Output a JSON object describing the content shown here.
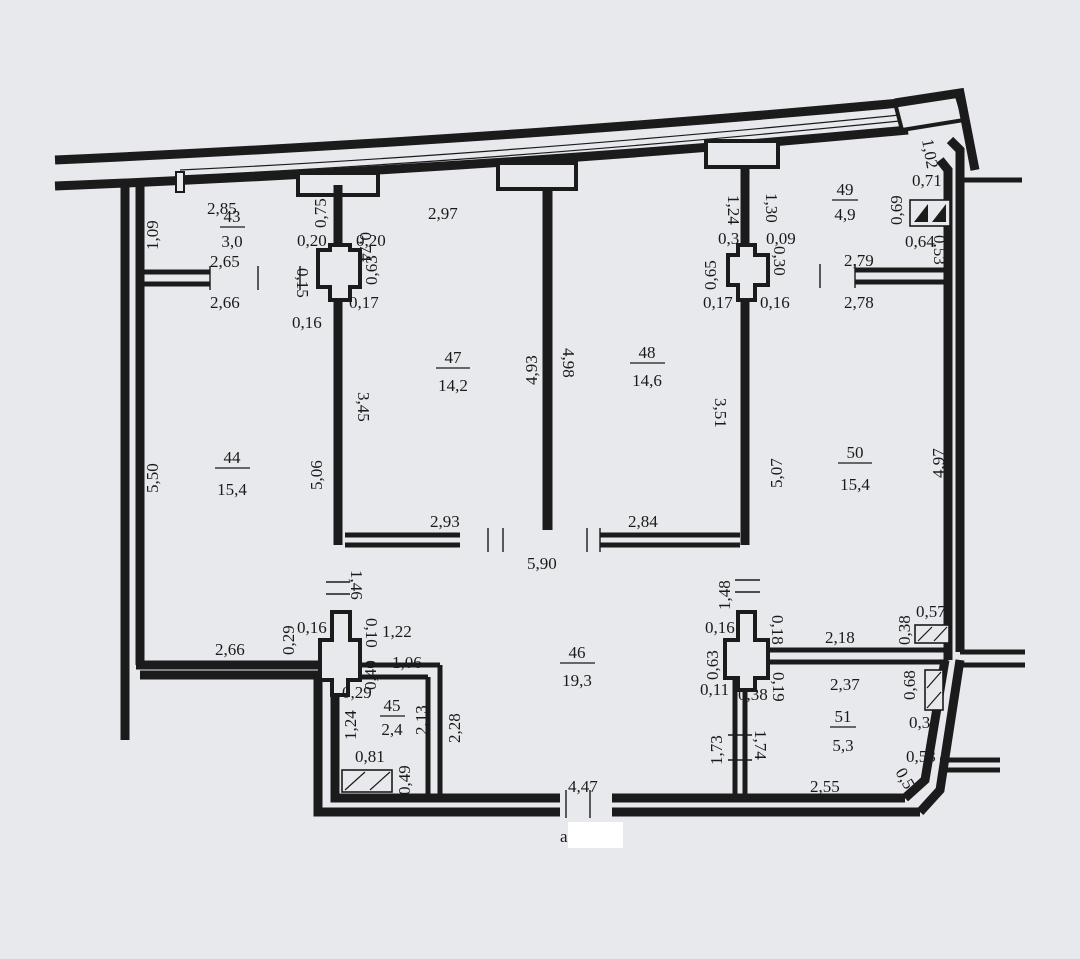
{
  "rooms": [
    {
      "id": "r43",
      "number": "43",
      "area": "3,0"
    },
    {
      "id": "r44",
      "number": "44",
      "area": "15,4"
    },
    {
      "id": "r45",
      "number": "45",
      "area": "2,4"
    },
    {
      "id": "r46",
      "number": "46",
      "area": "19,3"
    },
    {
      "id": "r47",
      "number": "47",
      "area": "14,2"
    },
    {
      "id": "r48",
      "number": "48",
      "area": "14,6"
    },
    {
      "id": "r49",
      "number": "49",
      "area": "4,9"
    },
    {
      "id": "r50",
      "number": "50",
      "area": "15,4"
    },
    {
      "id": "r51",
      "number": "51",
      "area": "5,3"
    }
  ],
  "dimensions": {
    "d285": "2,85",
    "d109": "1,09",
    "d075": "0,75",
    "d074": "0,74",
    "d020a": "0,20",
    "d020b": "0,20",
    "d297": "2,97",
    "d124": "1,24",
    "d130": "1,30",
    "d03": "0,3",
    "d009": "0,09",
    "d102": "1,02",
    "d071": "0,71",
    "d069": "0,69",
    "d064": "0,64",
    "d053a": "0,53",
    "d265": "2,65",
    "d015": "0,15",
    "d063a": "0,63",
    "d266a": "2,66",
    "d016a": "0,16",
    "d017a": "0,17",
    "d065": "0,65",
    "d017b": "0,17",
    "d030a": "0,30",
    "d016b": "0,16",
    "d279": "2,79",
    "d278": "2,78",
    "d550": "5,50",
    "d506": "5,06",
    "d345": "3,45",
    "d493": "4,93",
    "d498": "4,98",
    "d351": "3,51",
    "d507": "5,07",
    "d497": "4,97",
    "d293": "2,93",
    "d284": "2,84",
    "d590": "5,90",
    "d146": "1,46",
    "d148": "1,48",
    "d029a": "0,29",
    "d016c": "0,16",
    "d010": "0,10",
    "d122": "1,22",
    "d266b": "2,66",
    "d040": "0,40",
    "d106": "1,06",
    "d029b": "0,29",
    "d124b": "1,24",
    "d213": "2,13",
    "d228": "2,28",
    "d081": "0,81",
    "d049": "0,49",
    "d016d": "0,16",
    "d018": "0,18",
    "d218": "2,18",
    "d038a": "0,38",
    "d057": "0,57",
    "d063b": "0,63",
    "d019": "0,19",
    "d011": "0,11",
    "d038b": "0,38",
    "d237": "2,37",
    "d068": "0,68",
    "d030b": "0,30",
    "d173": "1,73",
    "d174": "1,74",
    "d053b": "0,53",
    "d052": "0,52",
    "d255": "2,55",
    "d447": "4,47"
  },
  "footer_label": "а"
}
